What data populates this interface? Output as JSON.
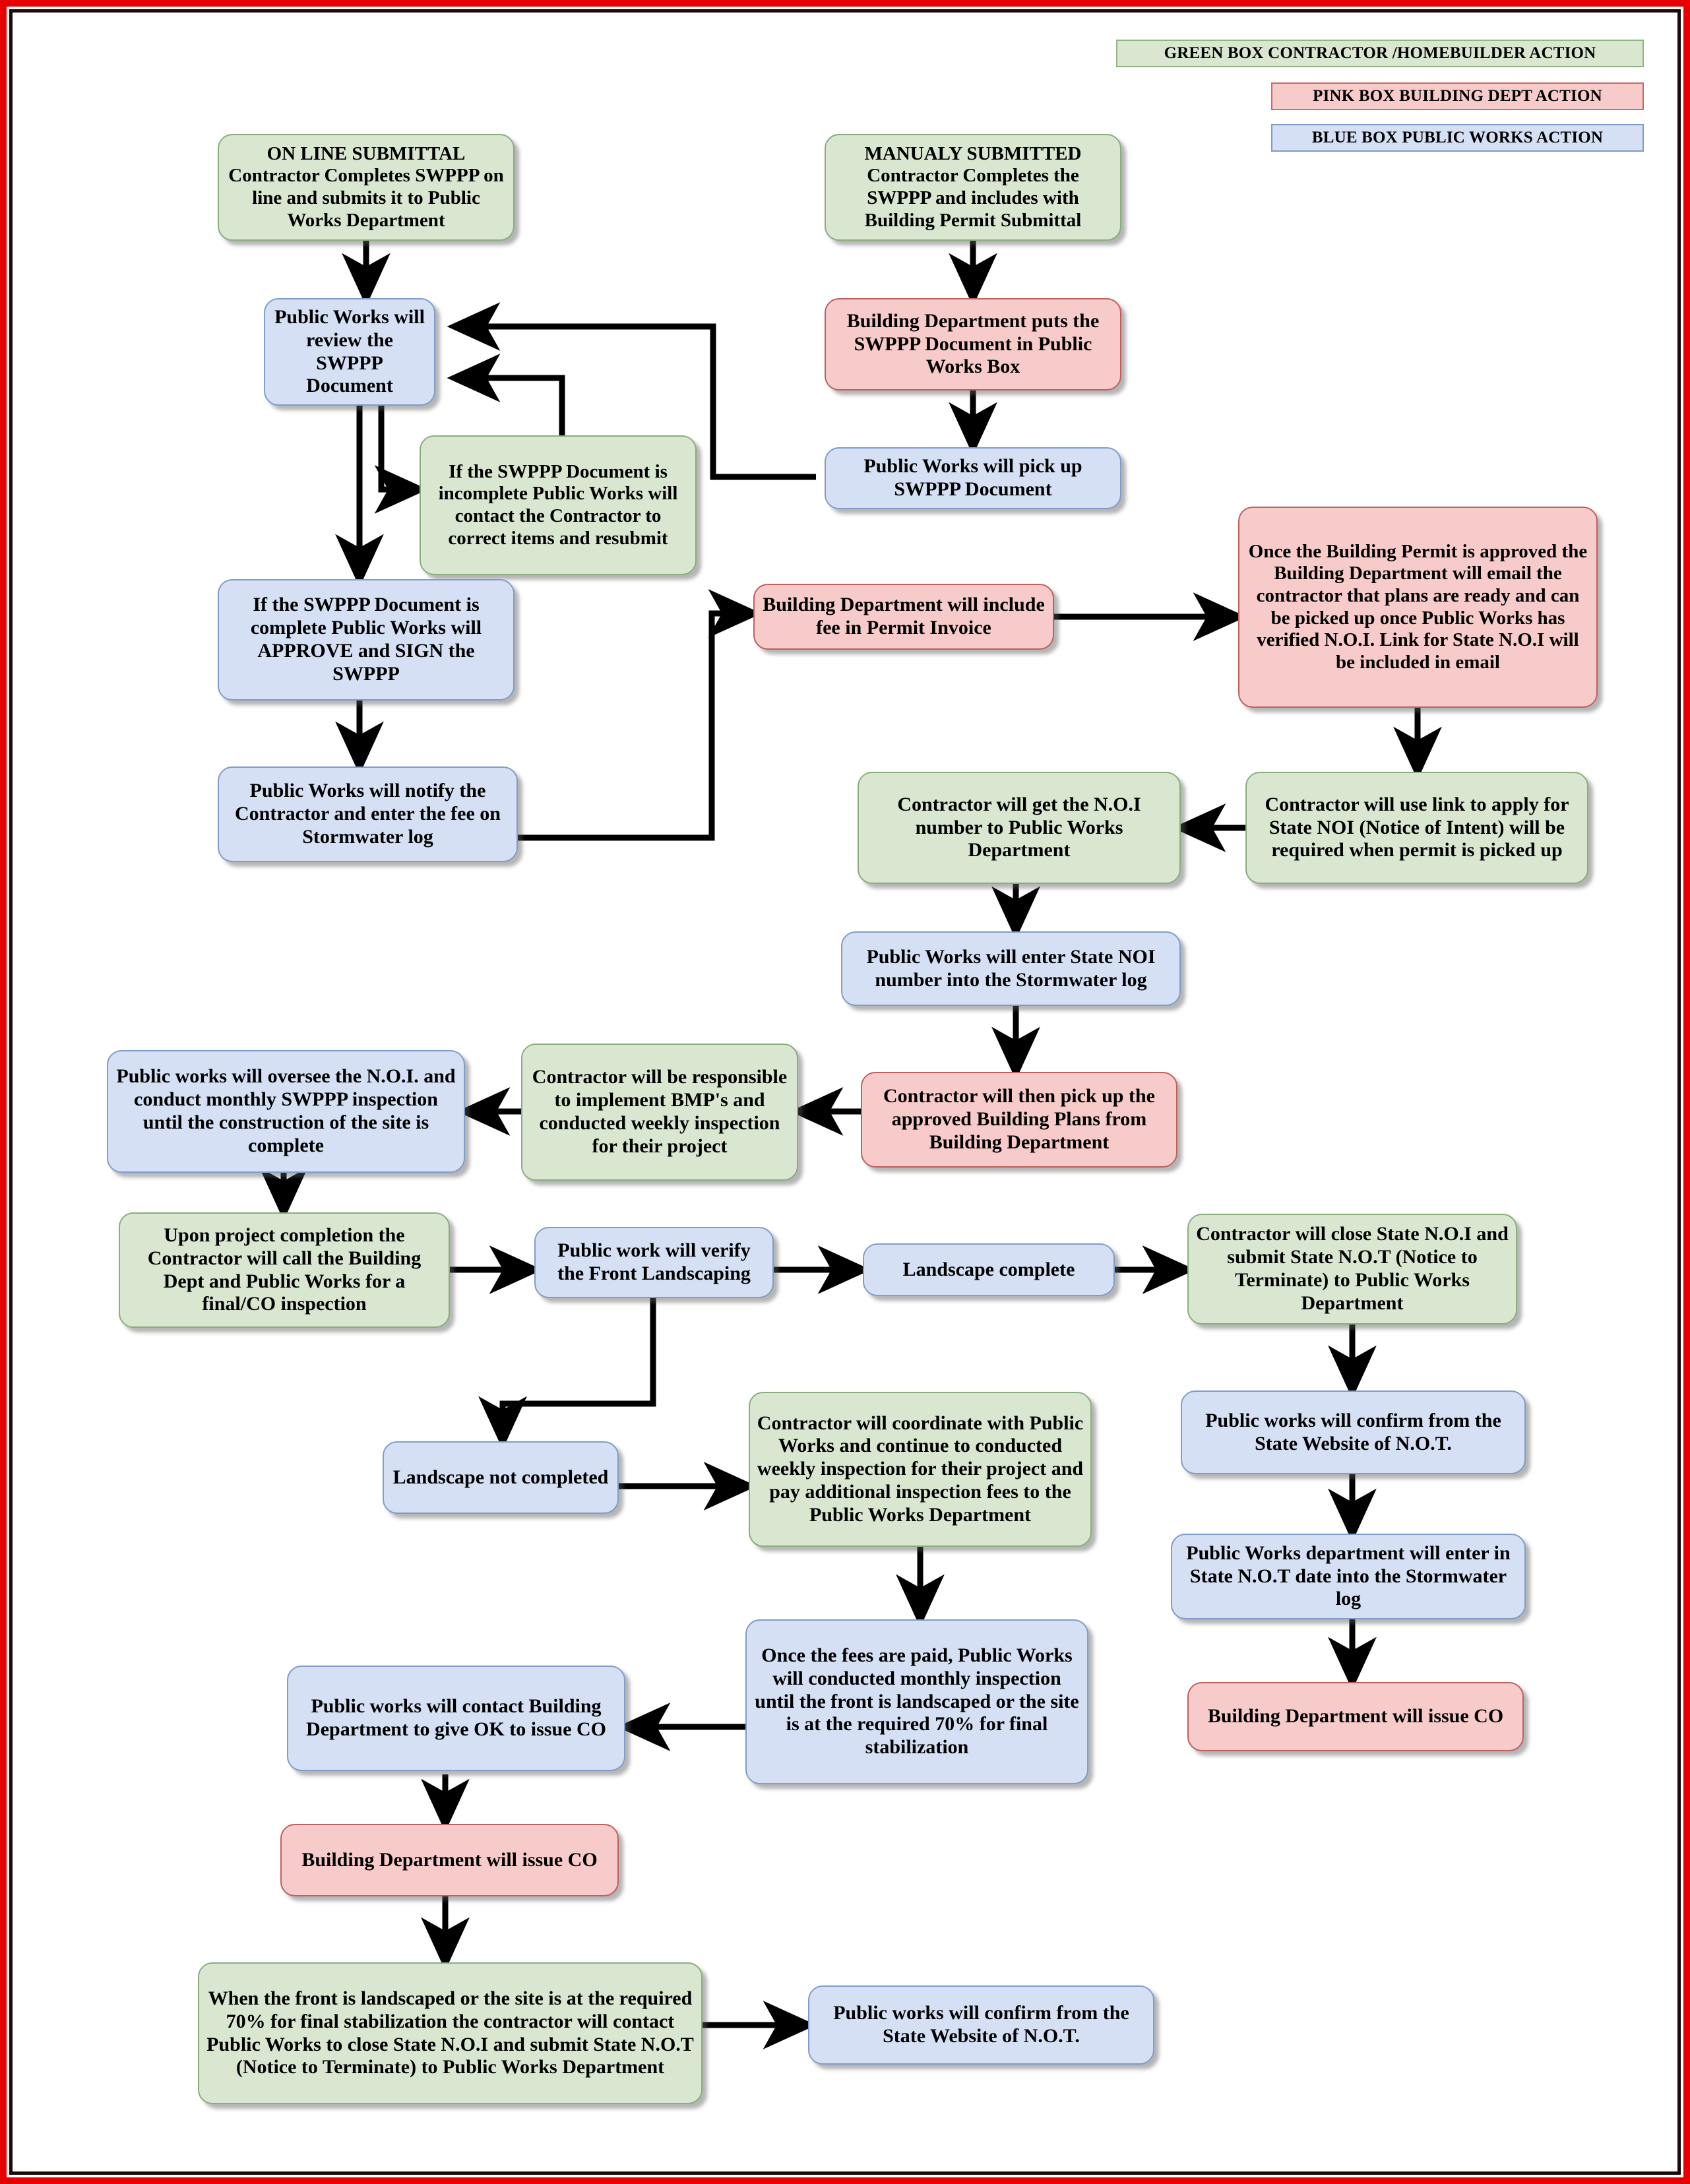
{
  "title": "SWPPP / Stormwater Permit Process Flowchart",
  "colors": {
    "green_fill": "#d9e6d0",
    "green_border": "#8aad7d",
    "pink_fill": "#f7cbc9",
    "pink_border": "#c0605c",
    "blue_fill": "#d5e0f5",
    "blue_border": "#7f9dc9",
    "frame_red": "#e60000",
    "arrow": "#000000"
  },
  "legend": [
    {
      "label": "GREEN BOX CONTRACTOR /HOMEBUILDER ACTION",
      "kind": "green"
    },
    {
      "label": "PINK BOX BUILDING DEPT ACTION",
      "kind": "pink"
    },
    {
      "label": "BLUE BOX PUBLIC WORKS ACTION",
      "kind": "blue"
    }
  ],
  "nodes": {
    "online_submittal": "ON LINE SUBMITTAL\nContractor Completes SWPPP on line and submits it to Public Works Department",
    "manual_submitted": "MANUALY  SUBMITTED\nContractor Completes the SWPPP  and includes with Building Permit Submittal",
    "pw_review": "Public Works will review the SWPPP Document",
    "bd_puts_swppp": "Building Department puts the SWPPP Document in Public Works Box",
    "pw_pickup": "Public Works will pick up SWPPP Document",
    "swppp_incomplete": "If the SWPPP Document is incomplete Public Works will contact the Contractor to correct items and resubmit",
    "swppp_complete": "If the SWPPP Document is complete Public Works will APPROVE and SIGN the SWPPP",
    "bd_fee_invoice": "Building Department will include fee in Permit Invoice",
    "permit_approved_email": "Once the Building Permit is approved the Building Department will email the contractor that plans are ready and can be picked up once Public Works has verified N.O.I. Link for State N.O.I will be included in email",
    "pw_notify_fee": "Public Works will notify the Contractor and enter the fee on Stormwater log",
    "contractor_noi_number": "Contractor will get the N.O.I number to Public Works Department",
    "contractor_apply_noi": "Contractor will use link to apply for State NOI (Notice of Intent) will be required when permit is picked up",
    "pw_enter_noi": "Public Works will enter State NOI number into the Stormwater log",
    "contractor_pickup_plans": "Contractor will then pick up the approved Building Plans from Building Department",
    "contractor_bmp": "Contractor will be responsible to implement BMP's and conducted weekly inspection for their project",
    "pw_oversee_noi": "Public works will oversee the N.O.I. and conduct monthly SWPPP inspection until the construction of the site is complete",
    "contractor_final_co": "Upon project completion the Contractor will call the Building Dept and Public Works for a final/CO inspection",
    "pw_verify_landscaping": "Public work will verify the Front Landscaping",
    "landscape_complete": "Landscape complete",
    "landscape_not_completed": "Landscape not completed",
    "contractor_close_noi": "Contractor will close State N.O.I and submit State N.O.T (Notice to Terminate) to Public Works Department",
    "pw_confirm_not_1": "Public works will confirm from the State Website of N.O.T.",
    "pw_enter_not_date": "Public Works department will enter in State N.O.T date into the Stormwater log",
    "bd_issue_co_right": "Building Department will issue CO",
    "contractor_coordinate_fees": "Contractor will coordinate with Public Works and continue to conducted weekly inspection for their project and pay additional inspection fees to the Public Works Department",
    "fees_paid_monthly": "Once the fees are paid, Public Works will conducted monthly inspection until the front is landscaped or the site is at the required 70% for final stabilization",
    "pw_contact_bd_ok": "Public works will contact Building Department to give OK to issue CO",
    "bd_issue_co_left": "Building Department will issue CO",
    "front_landscaped_not": "When the front is landscaped or the site is at the required 70% for final stabilization the contractor will contact Public Works to close State N.O.I and submit State N.O.T (Notice to Terminate) to Public Works Department",
    "pw_confirm_not_2": "Public works will confirm from the State Website of N.O.T."
  }
}
